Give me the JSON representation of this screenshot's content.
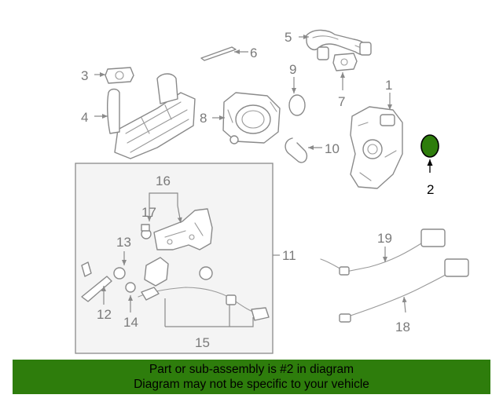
{
  "callouts": {
    "c1": "1",
    "c2": "2",
    "c3": "3",
    "c4": "4",
    "c5": "5",
    "c6": "6",
    "c7": "7",
    "c8": "8",
    "c9": "9",
    "c10": "10",
    "c11": "11",
    "c12": "12",
    "c13": "13",
    "c14": "14",
    "c15": "15",
    "c16": "16",
    "c17": "17",
    "c18": "18",
    "c19": "19"
  },
  "highlight": {
    "part_number": "2",
    "color": "#2e7d0c"
  },
  "banner": {
    "line1": "Part or sub-assembly is #2 in diagram",
    "line2": "Diagram may not be specific to your vehicle",
    "background": "#2e7d0c"
  }
}
